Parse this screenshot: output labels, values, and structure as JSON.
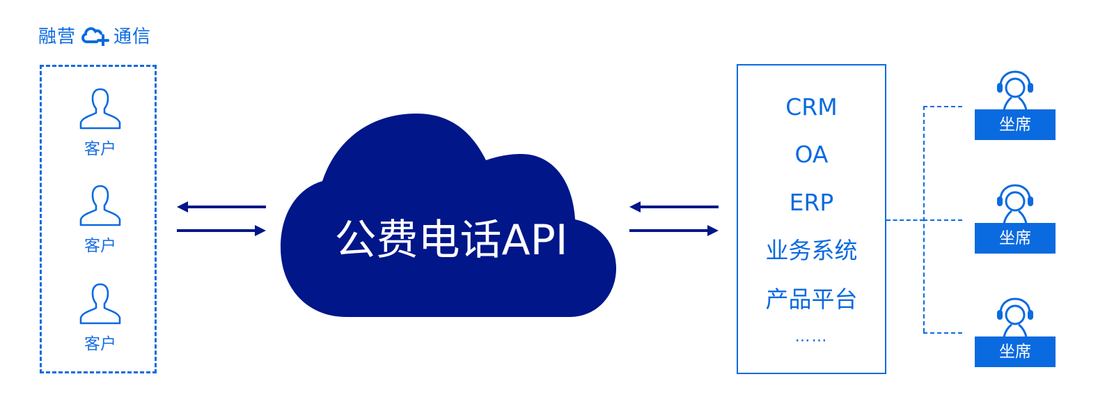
{
  "brand": {
    "name_left": "融营",
    "name_right": "通信",
    "icon": "cloud-plus-icon",
    "color": "#0a6ae0"
  },
  "customers": {
    "items": [
      {
        "label": "客户",
        "icon": "user-icon"
      },
      {
        "label": "客户",
        "icon": "user-icon"
      },
      {
        "label": "客户",
        "icon": "user-icon"
      }
    ]
  },
  "center": {
    "title": "公费电话API",
    "icon": "cloud-icon",
    "color": "#001689"
  },
  "systems": {
    "items": [
      "CRM",
      "OA",
      "ERP",
      "业务系统",
      "产品平台",
      "……"
    ]
  },
  "agents": {
    "items": [
      {
        "label": "坐席",
        "icon": "headset-agent-icon"
      },
      {
        "label": "坐席",
        "icon": "headset-agent-icon"
      },
      {
        "label": "坐席",
        "icon": "headset-agent-icon"
      }
    ]
  },
  "colors": {
    "accent": "#0a6ae0",
    "arrow": "#001689",
    "background": "#ffffff"
  }
}
